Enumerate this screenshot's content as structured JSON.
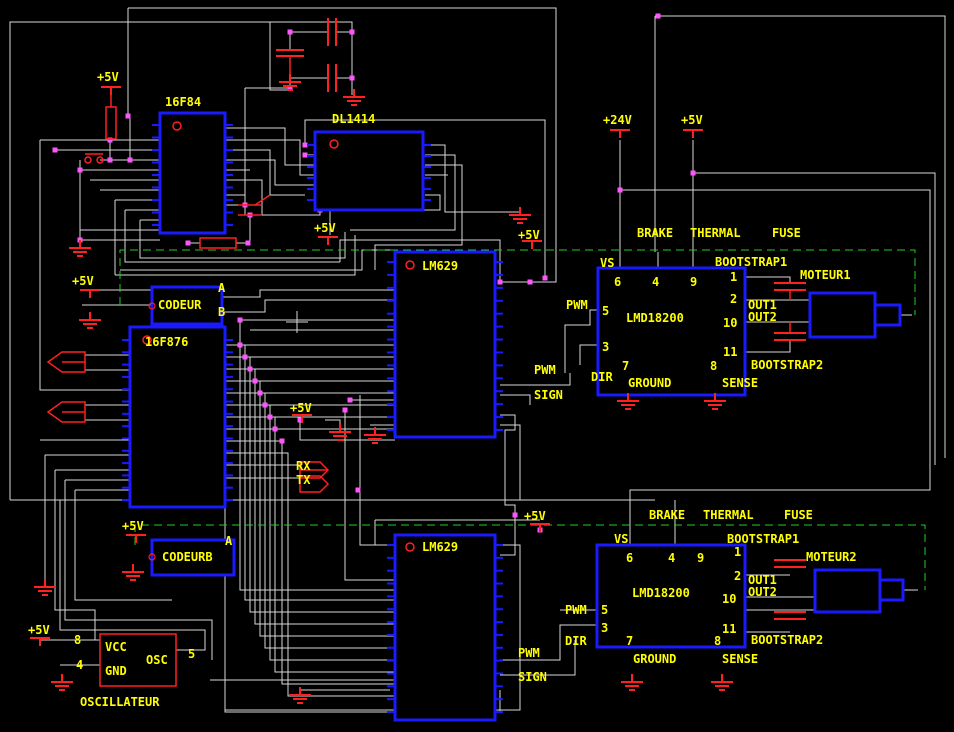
{
  "labels": {
    "pic1": "16F84",
    "pic2": "16F876",
    "display": "DL1414",
    "lm1": "LM629",
    "lm2": "LM629",
    "drv1": "LMD18200",
    "drv2": "LMD18200",
    "enc1": "CODEUR",
    "enc2": "CODEURB",
    "osc": "OSCILLATEUR",
    "osc_vcc": "VCC",
    "osc_gnd": "GND",
    "osc_out": "OSC",
    "osc_pin8": "8",
    "osc_pin4": "4",
    "osc_pin5": "5",
    "p5v_1": "+5V",
    "p5v_2": "+5V",
    "p5v_3": "+5V",
    "p5v_4": "+5V",
    "p5v_5": "+5V",
    "p5v_6": "+5V",
    "p5v_7": "+5V",
    "p5v_8": "+5V",
    "p5v_9": "+5V",
    "p24v": "+24V",
    "rx": "RX",
    "tx": "TX",
    "enc1_a": "A",
    "enc1_b": "B",
    "enc2_a": "A"
  },
  "driver1": {
    "brake": "BRAKE",
    "thermal": "THERMAL",
    "fuse": "FUSE",
    "vs": "VS",
    "p6": "6",
    "p4": "4",
    "p9": "9",
    "boot1": "BOOTSTRAP1",
    "p1": "1",
    "p2": "2",
    "p10": "10",
    "p11": "11",
    "p5": "5",
    "p3": "3",
    "p7": "7",
    "p8": "8",
    "out1": "OUT1",
    "out2": "OUT2",
    "boot2": "BOOTSTRAP2",
    "pwm": "PWM",
    "dir": "DIR",
    "ground": "GROUND",
    "sense": "SENSE",
    "motor": "MOTEUR1",
    "lm_pwm": "PWM",
    "lm_sign": "SIGN"
  },
  "driver2": {
    "brake": "BRAKE",
    "thermal": "THERMAL",
    "fuse": "FUSE",
    "vs": "VS",
    "p6": "6",
    "p4": "4",
    "p9": "9",
    "boot1": "BOOTSTRAP1",
    "p1": "1",
    "p2": "2",
    "p10": "10",
    "p11": "11",
    "p5": "5",
    "p3": "3",
    "p7": "7",
    "p8": "8",
    "out1": "OUT1",
    "out2": "OUT2",
    "boot2": "BOOTSTRAP2",
    "pwm": "PWM",
    "dir": "DIR",
    "ground": "GROUND",
    "sense": "SENSE",
    "motor": "MOTEUR2",
    "lm_pwm": "PWM",
    "lm_sign": "SIGN"
  },
  "colors": {
    "background": "#000000",
    "chip": "#1a1aff",
    "label": "#ffff00",
    "wire": "#d8d8d8",
    "power_ground": "#ff2020",
    "bus_box": "#22cc22",
    "junction": "#ff55ff"
  }
}
